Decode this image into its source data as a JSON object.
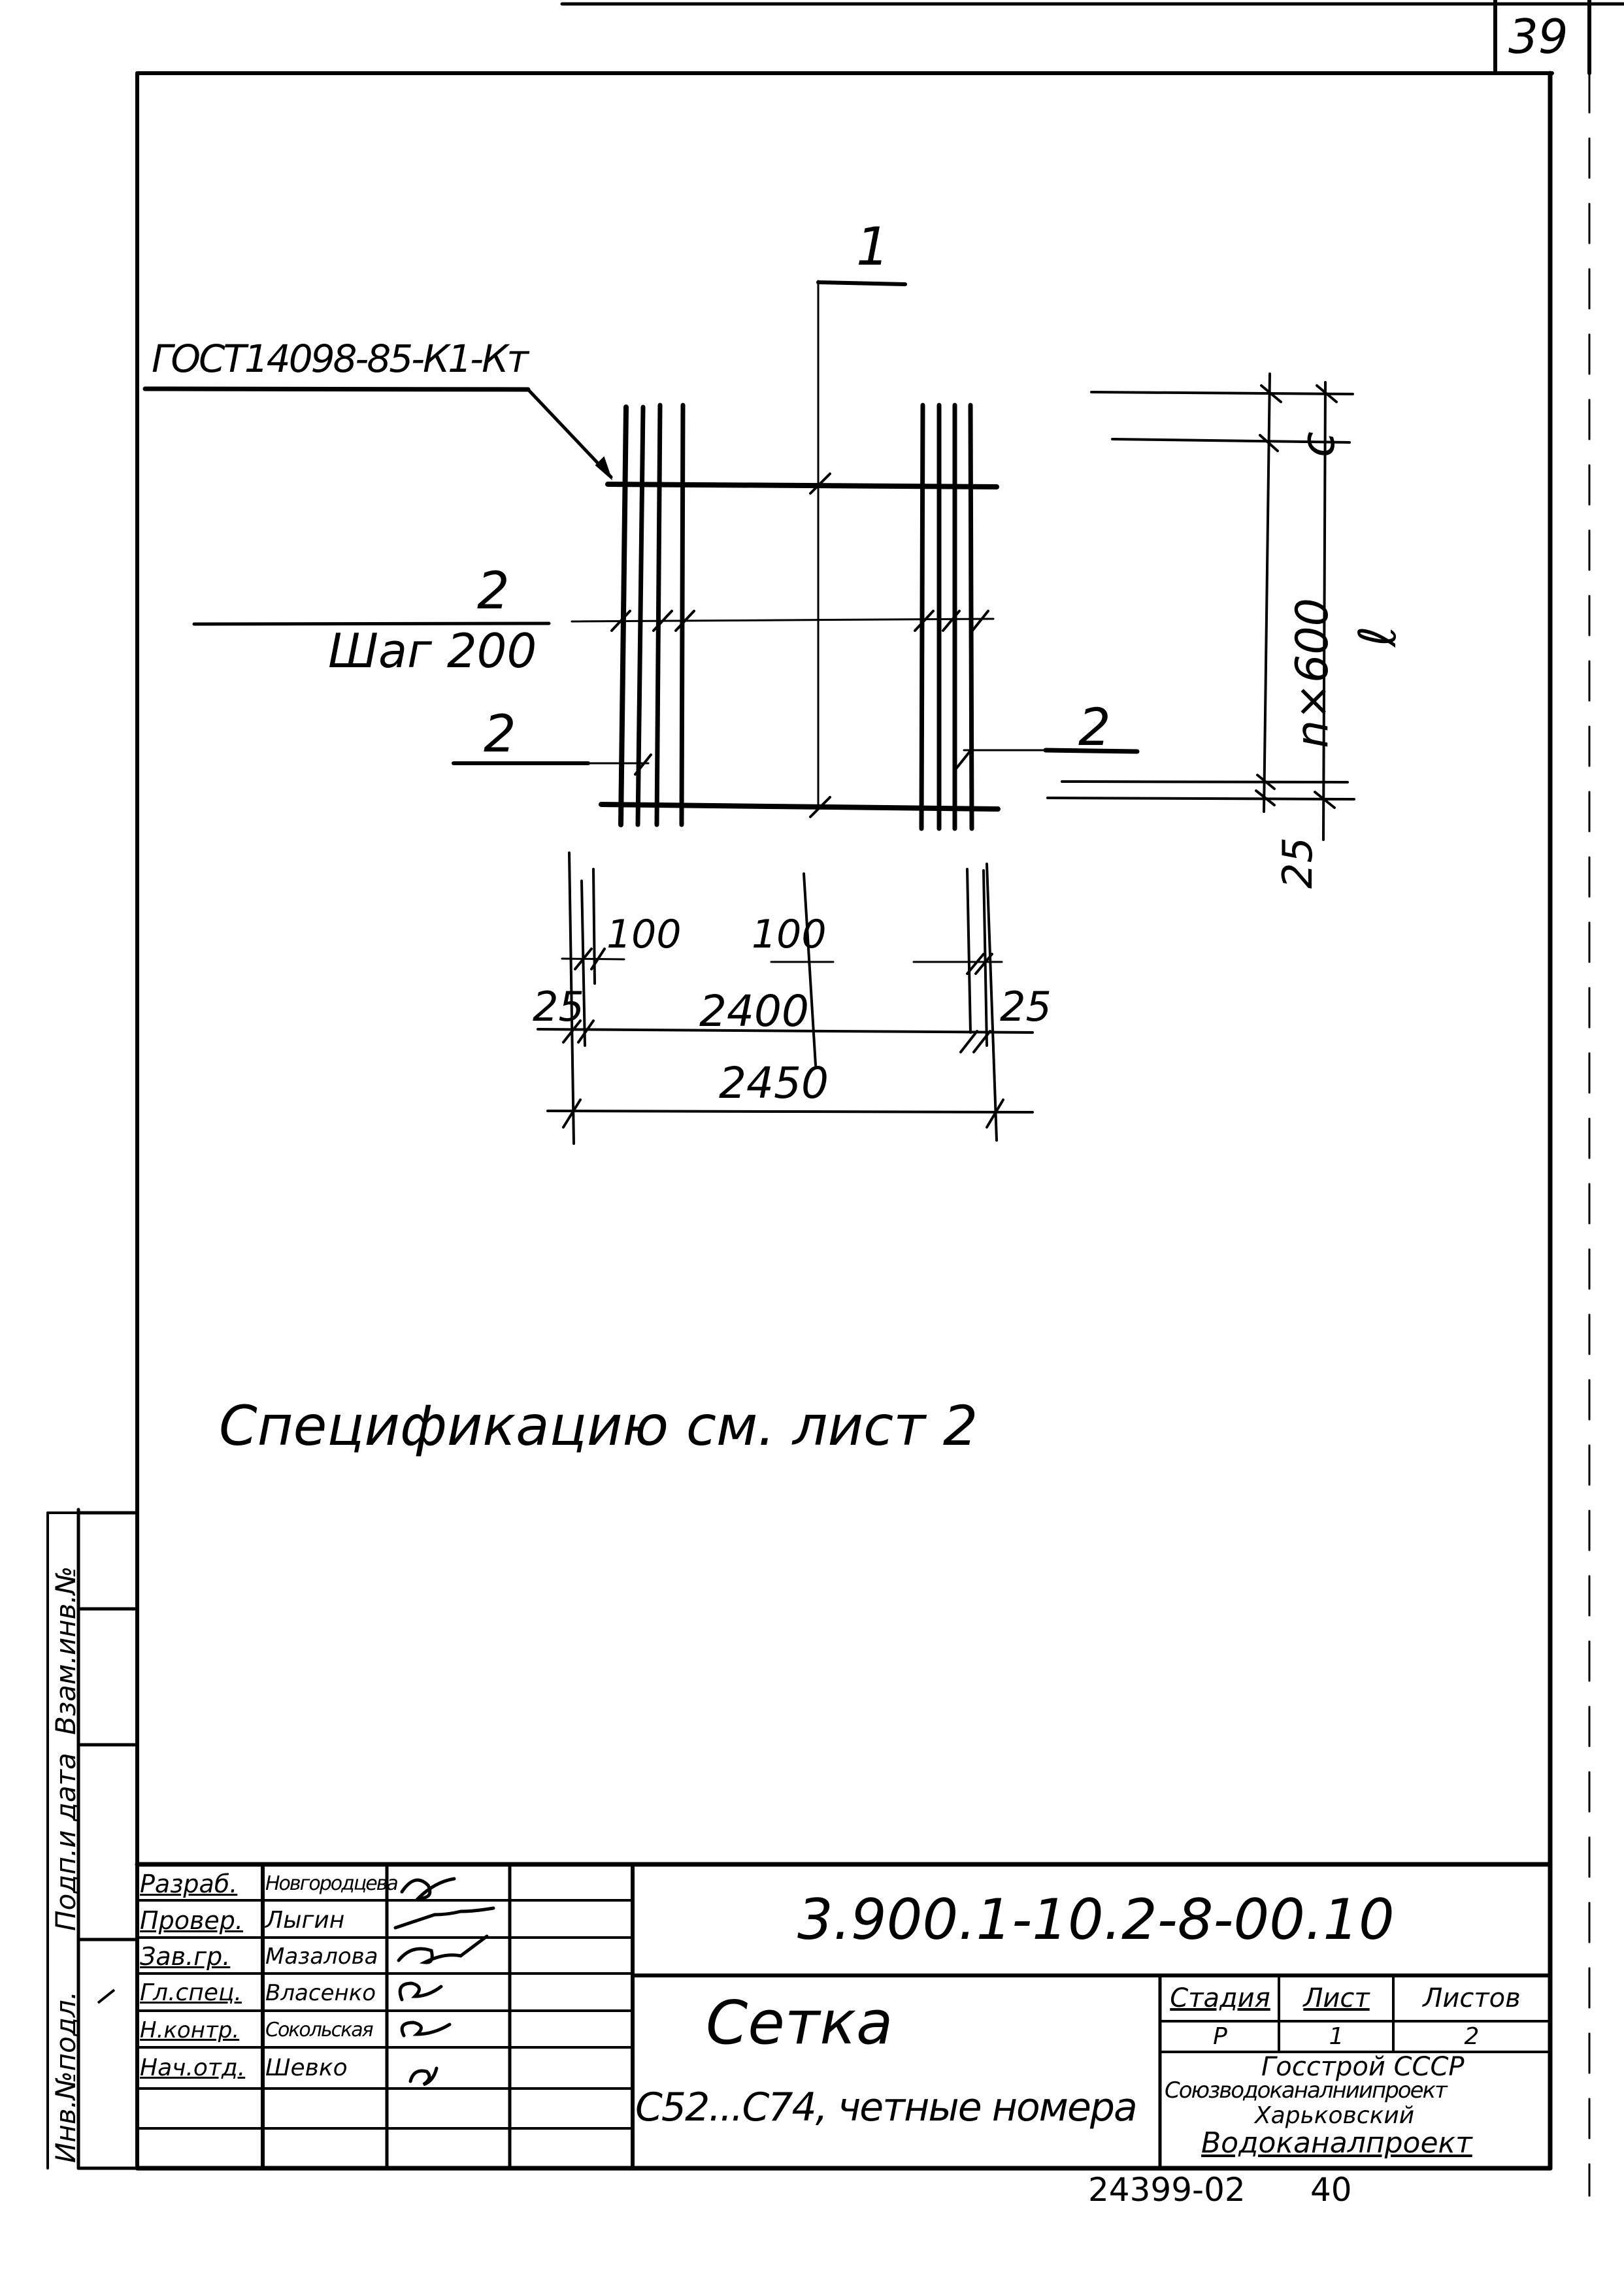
{
  "sheet": {
    "sheet_number_corner": "39",
    "note": "Спецификацию см. лист 2",
    "archive_number": "24399-02",
    "archive_page": "40"
  },
  "drawing": {
    "leader_standard": "ГОСТ14098-85-К1-Кт",
    "position_1": "1",
    "position_2_top": "2",
    "step_label": "Шаг 200",
    "position_2_left": "2",
    "position_2_right": "2",
    "dims": {
      "c": "c",
      "n600": "n×600",
      "l": "ℓ",
      "right_bottom_25": "25",
      "left_100": "100",
      "right_100": "100",
      "left_25": "25",
      "mid_2400": "2400",
      "right_25": "25",
      "total_2450": "2450"
    }
  },
  "side_stamp": {
    "cells": [
      "Инв.№подл.",
      "Подп.и дата",
      "Взам.инв.№"
    ]
  },
  "title_block": {
    "designation": "3.900.1-10.2-8-00.10",
    "roles": [
      {
        "role": "Разраб.",
        "name": "Новгородцева"
      },
      {
        "role": "Провер.",
        "name": "Лыгин"
      },
      {
        "role": "Зав.гр.",
        "name": "Мазалова"
      },
      {
        "role": "Гл.спец.",
        "name": "Власенко"
      },
      {
        "role": "Н.контр.",
        "name": "Сокольская"
      },
      {
        "role": "Нач.отд.",
        "name": "Шевко"
      }
    ],
    "item_name": "Сетка",
    "item_subtitle": "С52...С74, четные номера",
    "stage_header": "Стадия",
    "sheet_header": "Лист",
    "sheets_header": "Листов",
    "stage_value": "Р",
    "sheet_value": "1",
    "sheets_value": "2",
    "org_line1": "Госстрой СССР",
    "org_line2": "Союзводоканалниипроект",
    "org_line3": "Харьковский",
    "org_line4": "Водоканалпроект"
  }
}
